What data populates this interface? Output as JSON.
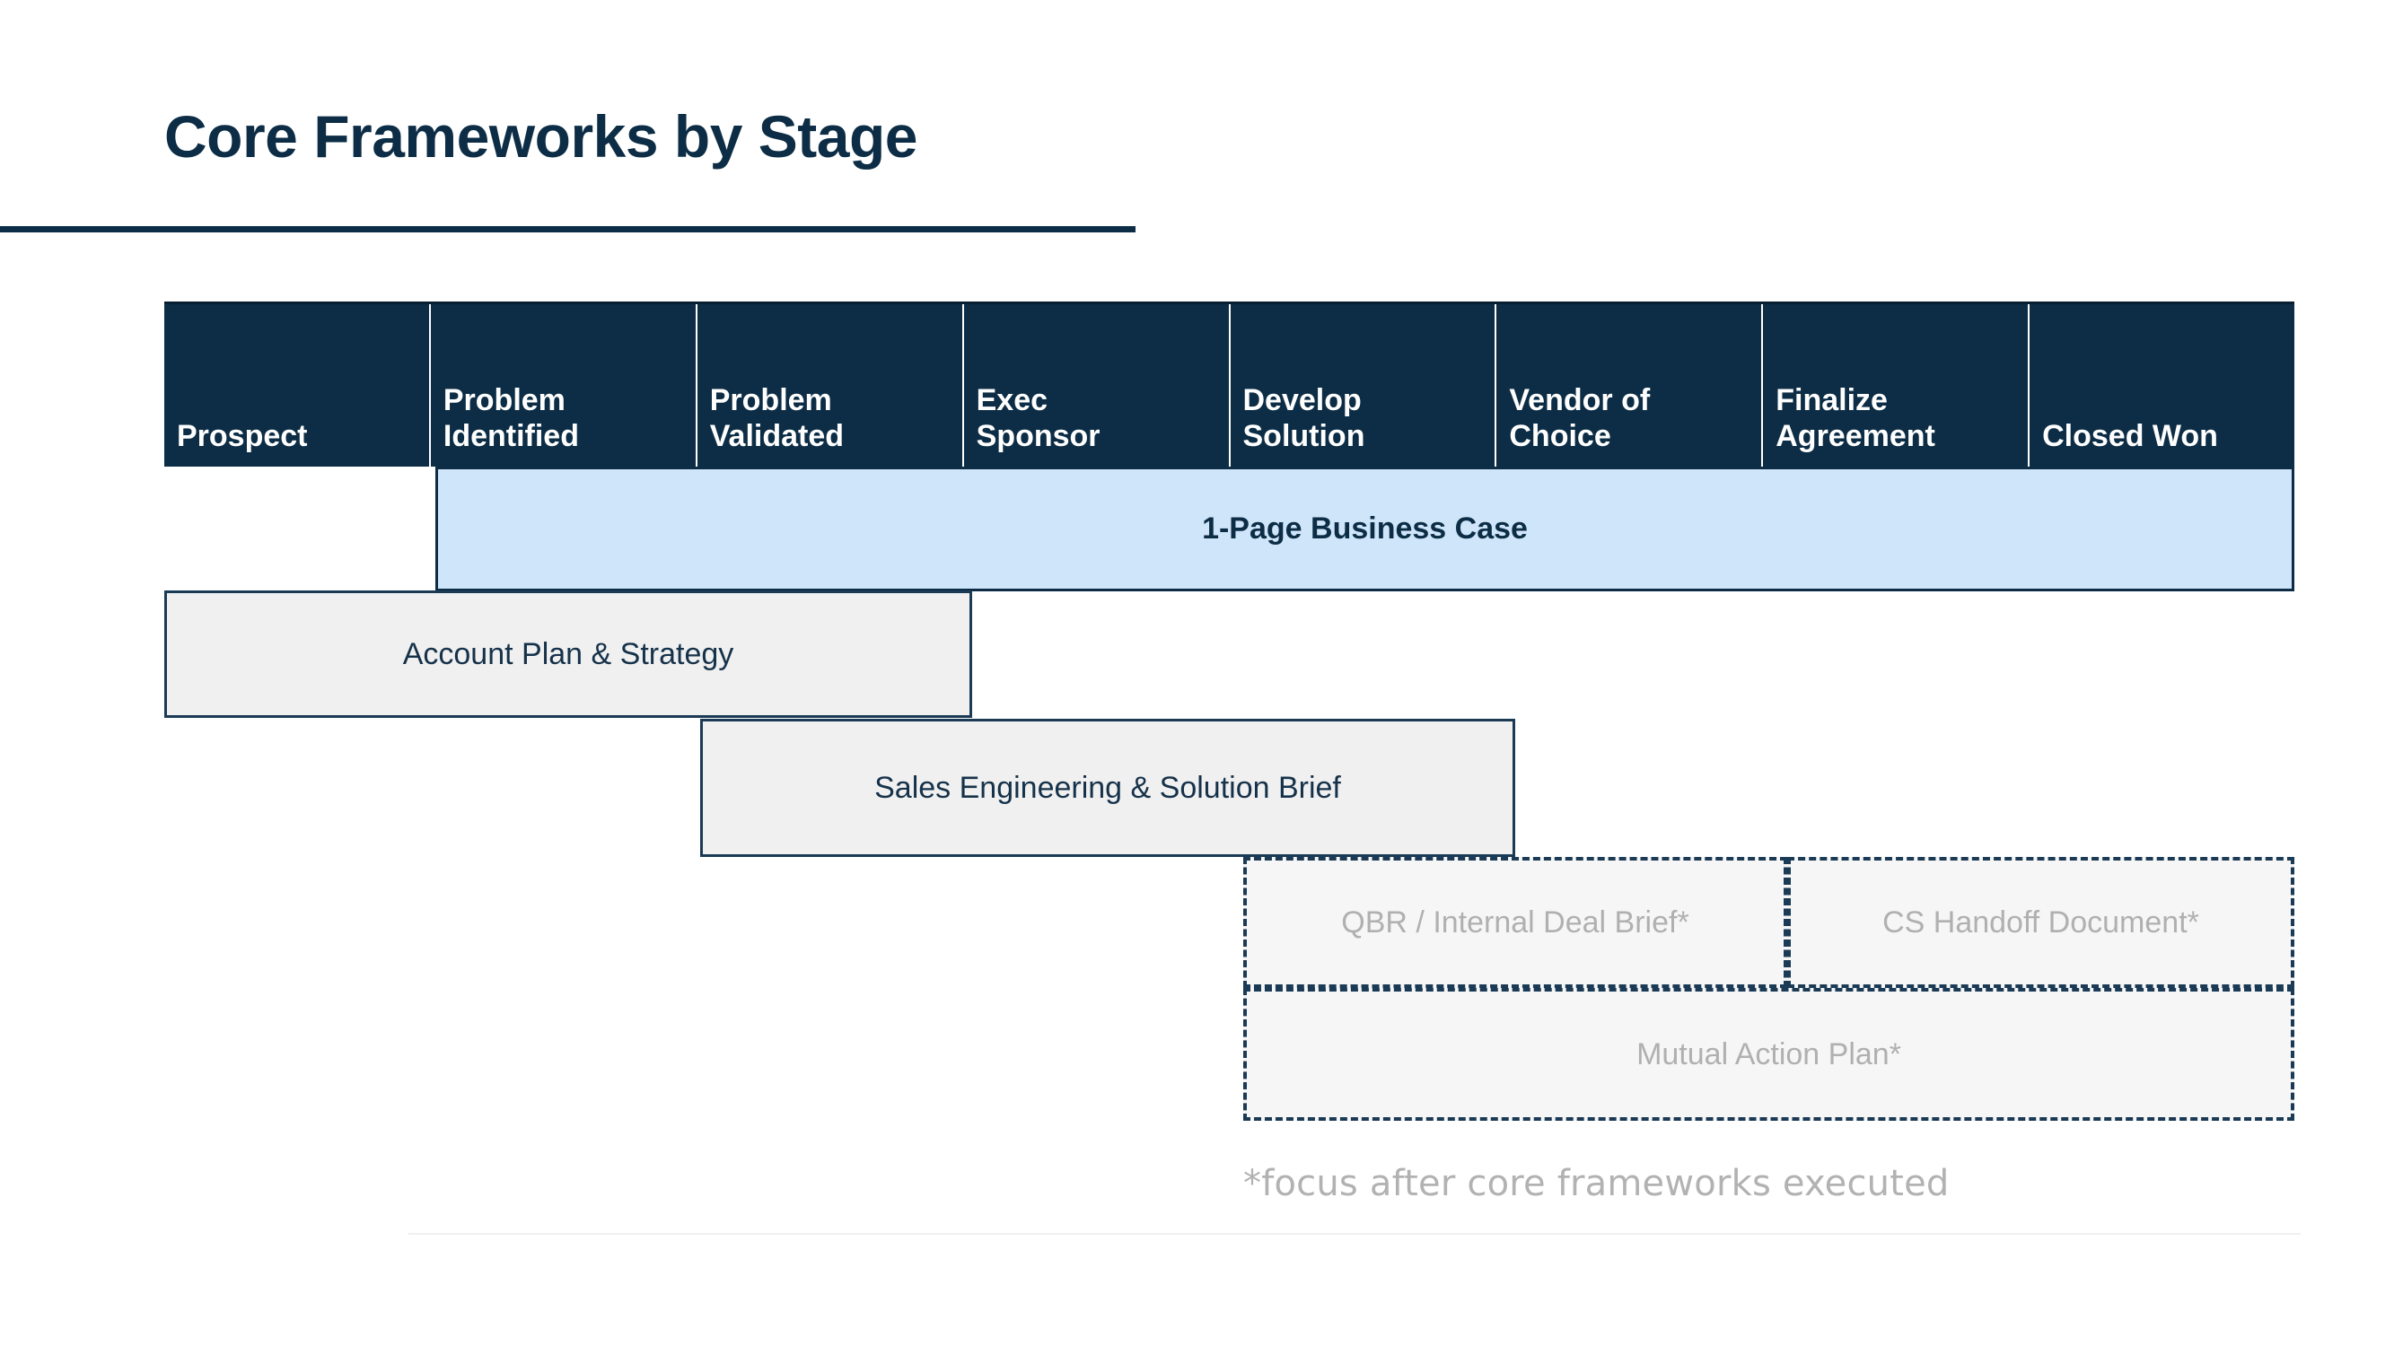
{
  "slide": {
    "title": "Core Frameworks by Stage",
    "footnote": "*focus after core frameworks executed"
  },
  "colors": {
    "navy": "#0c2d45",
    "navy_border": "#1b3a55",
    "light_blue_fill": "#cfe5f9",
    "gray_fill": "#f0f0f0",
    "dashed_fill": "#f6f6f6",
    "muted_text": "#b0b0b0",
    "white": "#ffffff"
  },
  "stages": [
    {
      "label": "Prospect"
    },
    {
      "label": "Problem\nIdentified"
    },
    {
      "label": "Problem\nValidated"
    },
    {
      "label": "Exec\nSponsor"
    },
    {
      "label": "Develop\nSolution"
    },
    {
      "label": "Vendor of\nChoice"
    },
    {
      "label": "Finalize\nAgreement"
    },
    {
      "label": "Closed Won"
    }
  ],
  "frameworks": [
    {
      "id": "business-case",
      "label": "1-Page Business Case",
      "style": "blue",
      "start_stage": "Problem Identified",
      "end_stage": "Closed Won",
      "emphasis": "bold"
    },
    {
      "id": "account-plan",
      "label": "Account Plan & Strategy",
      "style": "gray",
      "start_stage": "Prospect",
      "end_stage": "Problem Validated",
      "emphasis": "regular"
    },
    {
      "id": "sales-eng",
      "label": "Sales Engineering & Solution Brief",
      "style": "gray",
      "start_stage": "Problem Validated",
      "end_stage": "Develop Solution",
      "emphasis": "regular"
    },
    {
      "id": "qbr",
      "label": "QBR / Internal Deal Brief*",
      "style": "dashed",
      "start_stage": "Develop Solution",
      "end_stage": "Vendor of Choice",
      "emphasis": "muted"
    },
    {
      "id": "cs-handoff",
      "label": "CS Handoff Document*",
      "style": "dashed",
      "start_stage": "Finalize Agreement",
      "end_stage": "Closed Won",
      "emphasis": "muted"
    },
    {
      "id": "mutual-action-plan",
      "label": "Mutual Action Plan*",
      "style": "dashed",
      "start_stage": "Develop Solution",
      "end_stage": "Closed Won",
      "emphasis": "muted"
    }
  ]
}
